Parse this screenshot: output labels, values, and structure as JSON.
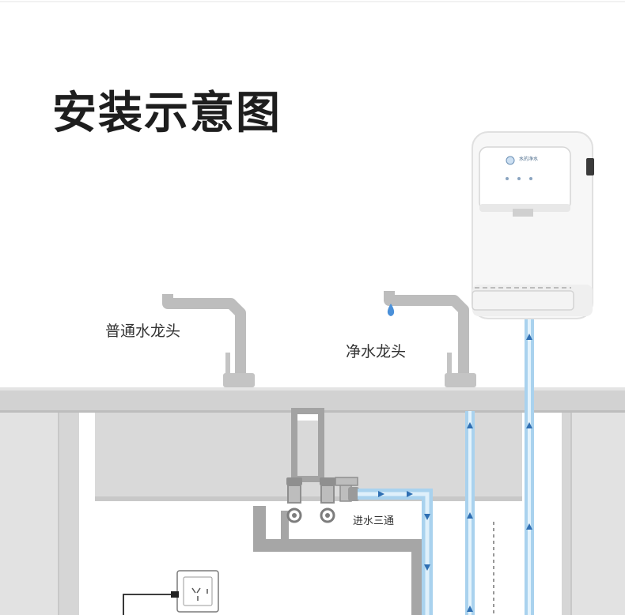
{
  "title": "安装示意图",
  "labels": {
    "ordinary_faucet": "普通水龙头",
    "purified_faucet": "净水龙头",
    "inlet_tee": "进水三通"
  },
  "device": {
    "brand_text": "水的净水"
  },
  "colors": {
    "title": "#1e1e1e",
    "faucet": "#bcbcbc",
    "counter": "#cfcfcf",
    "cabinet": "#dcdcdc",
    "water_pipe": "#9ecbea",
    "water_arrow": "#3a7cc0",
    "drain_pipe": "#9a9a9a",
    "water_drop": "#4a90d9"
  }
}
